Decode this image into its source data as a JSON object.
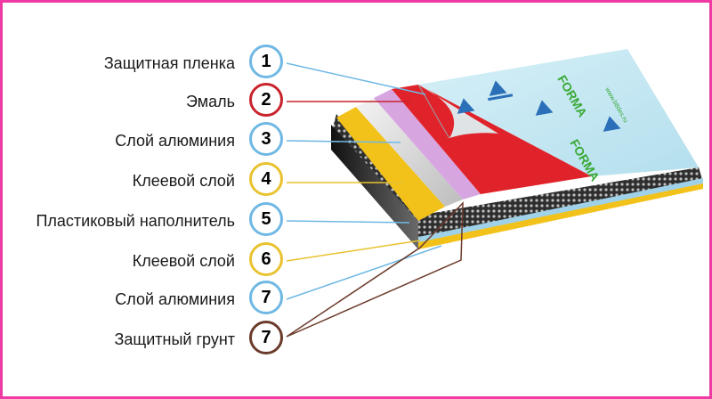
{
  "layers": [
    {
      "label": "Защитная пленка",
      "number": "1",
      "ring_color": "#6fb8e4",
      "line_color": "#6fb8e4"
    },
    {
      "label": "Эмаль",
      "number": "2",
      "ring_color": "#c8232c",
      "line_color": "#c8232c"
    },
    {
      "label": "Слой алюминия",
      "number": "3",
      "ring_color": "#6fb8e4",
      "line_color": "#6fb8e4"
    },
    {
      "label": "Клеевой слой",
      "number": "4",
      "ring_color": "#e8c22f",
      "line_color": "#e8c22f"
    },
    {
      "label": "Пластиковый наполнитель",
      "number": "5",
      "ring_color": "#6fb8e4",
      "line_color": "#6fb8e4"
    },
    {
      "label": "Клеевой слой",
      "number": "6",
      "ring_color": "#e8c22f",
      "line_color": "#e8c22f"
    },
    {
      "label": "Слой алюминия",
      "number": "7",
      "ring_color": "#6fb8e4",
      "line_color": "#6fb8e4"
    },
    {
      "label": "Защитный грунт",
      "number": "7",
      "ring_color": "#6b3a2a",
      "line_color": "#6b3a2a"
    }
  ],
  "film_print": {
    "brand": "FORMA",
    "site": "www.b8des.ru"
  },
  "colors": {
    "frame": "#ee3aa2",
    "film": "#c6e8f2",
    "enamel": "#e0232a",
    "adhesive": "#f2c21a",
    "core": "#3a3a3a"
  }
}
